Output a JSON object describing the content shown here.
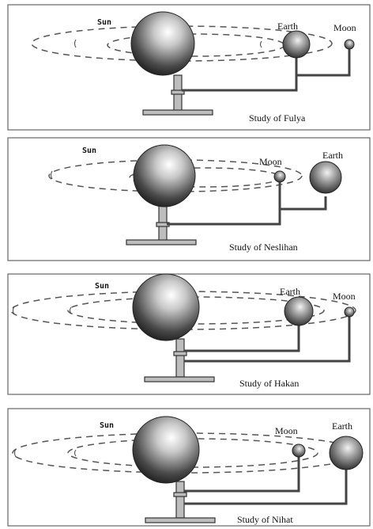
{
  "panels": [
    {
      "sun_label": "Sun",
      "labels": [
        "Earth",
        "Moon"
      ],
      "caption": "Study of Fulya"
    },
    {
      "sun_label": "Sun",
      "labels": [
        "Moon",
        "Earth"
      ],
      "caption": "Study of Neslihan"
    },
    {
      "sun_label": "Sun",
      "labels": [
        "Earth",
        "Moon"
      ],
      "caption": "Study of Hakan"
    },
    {
      "sun_label": "Sun",
      "labels": [
        "Moon",
        "Earth"
      ],
      "caption": "Study of Nihat"
    }
  ]
}
